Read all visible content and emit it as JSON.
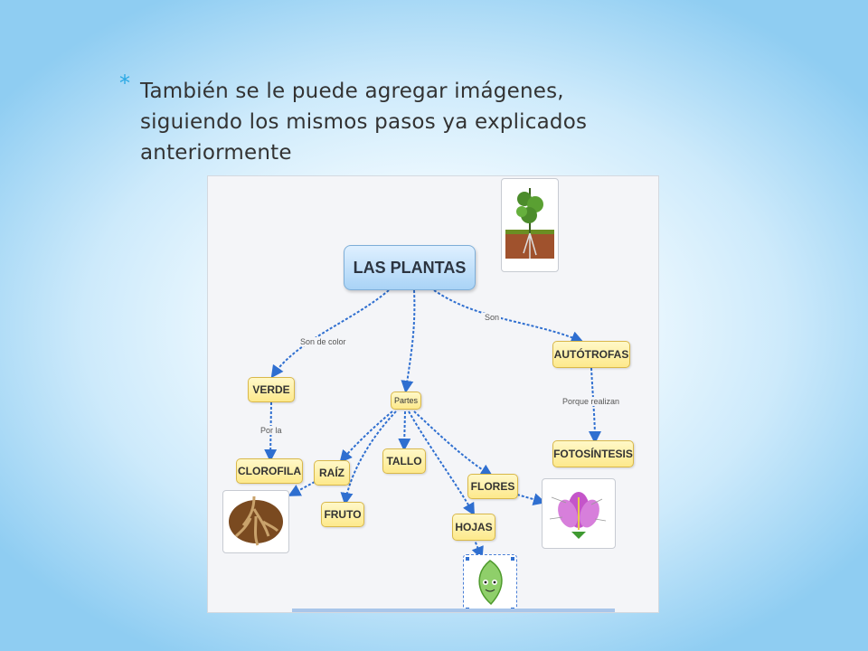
{
  "slide": {
    "bullet": "*",
    "text_lines": [
      "También se le puede agregar  imágenes,",
      "siguiendo los mismos pasos ya explicados",
      "anteriormente"
    ]
  },
  "concept_map": {
    "root": "LAS PLANTAS",
    "nodes": {
      "verde": "VERDE",
      "partes": "Partes",
      "autotrofas": "AUTÓTROFAS",
      "clorofila": "CLOROFILA",
      "raiz": "RAÍZ",
      "tallo": "TALLO",
      "flores": "FLORES",
      "fruto": "FRUTO",
      "hojas": "HOJAS",
      "fotosintesis": "FOTOSÍNTESIS"
    },
    "link_labels": {
      "son_de_color": "Son de color",
      "son": "Son",
      "por_la": "Por la",
      "porque_realizan": "Porque realizan"
    },
    "images": [
      "plant-diagram-image",
      "roots-image",
      "flower-diagram-image",
      "leaf-character-image"
    ]
  },
  "colors": {
    "accent": "#29a8e4",
    "root_fill": "#a9d3f6",
    "node_fill": "#fde98c",
    "arrow": "#2f6fd0"
  }
}
